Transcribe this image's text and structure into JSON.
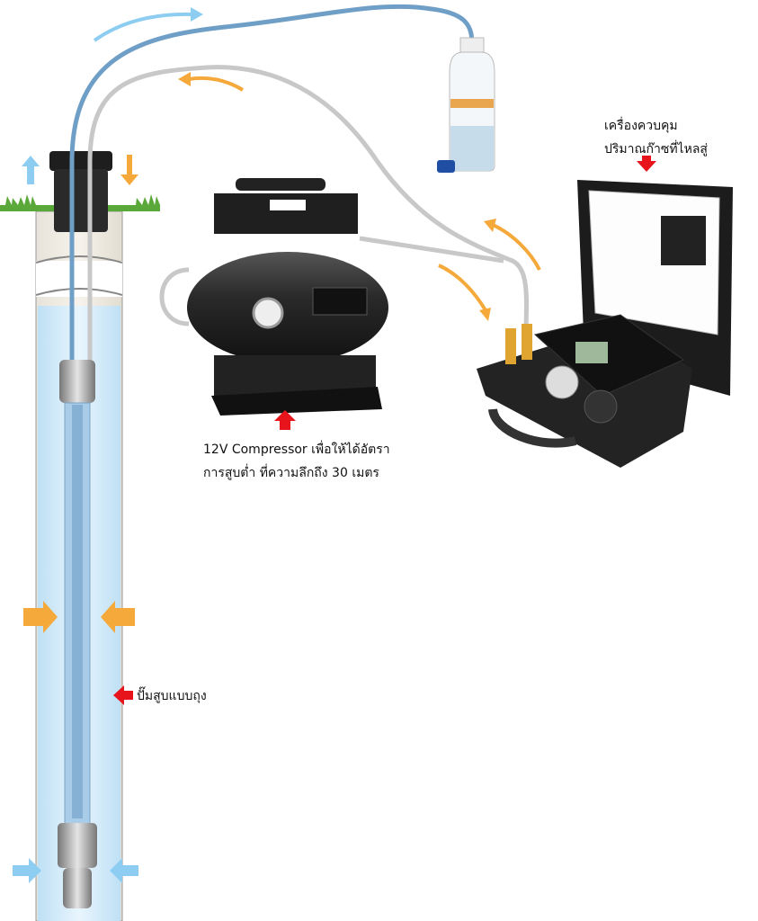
{
  "labels": {
    "controller_line1": "เครื่องควบคุม",
    "controller_line2": "ปริมาณก๊าซที่ไหลสู่",
    "compressor_line1": "12V Compressor เพื่อให้ได้อัตรา",
    "compressor_line2": "การสูบต่ำ ที่ความลึกถึง 30 เมตร",
    "pump": "ปั๊มสูบแบบถุง"
  },
  "colors": {
    "arrow_red": "#e8141b",
    "arrow_orange": "#f6a93b",
    "arrow_blue": "#8ecdf2",
    "water": "#d5ecfa",
    "tube_blue": "#6f9fc6",
    "device_black": "#1e1e1e"
  }
}
